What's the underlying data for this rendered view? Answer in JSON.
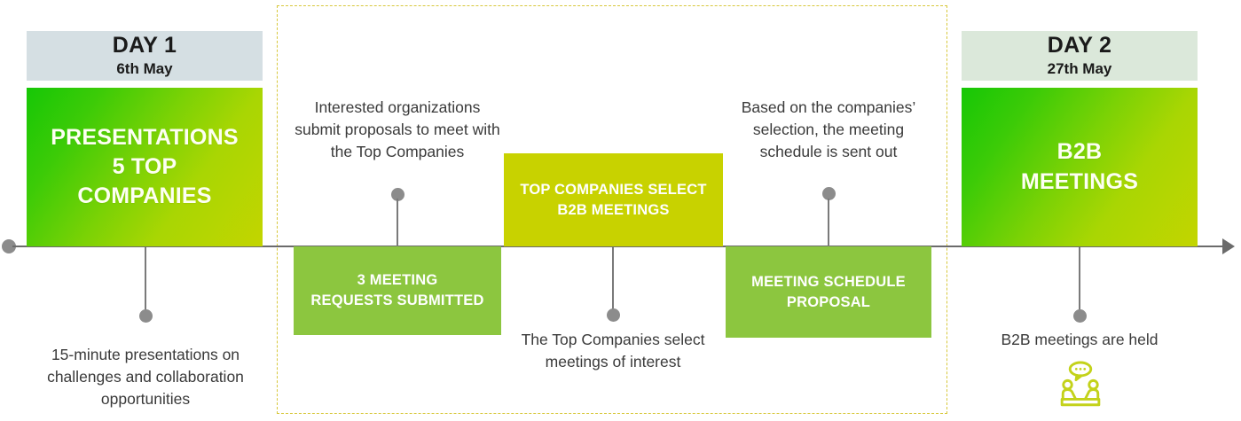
{
  "timeline": {
    "axis_start_marker": "timeline-start-dot",
    "axis_end_marker": "timeline-arrow"
  },
  "days": [
    {
      "id": "day1",
      "title": "DAY 1",
      "date": "6th May",
      "header_bg": "#d5dfe3",
      "card_label_line1": "PRESENTATIONS",
      "card_label_line2": "5 TOP",
      "card_label_line3": "COMPANIES",
      "caption": "15-minute presentations on challenges and collaboration opportunities"
    },
    {
      "id": "day2",
      "title": "DAY 2",
      "date": "27th May",
      "header_bg": "#dbe8da",
      "card_label_line1": "B2B",
      "card_label_line2": "MEETINGS",
      "caption": "B2B meetings are held"
    }
  ],
  "middle_steps": [
    {
      "id": "meeting-requests",
      "box_label_line1": "3 MEETING",
      "box_label_line2": "REQUESTS SUBMITTED",
      "box_color": "#8cc63f",
      "caption": "Interested organizations submit proposals to meet with the Top Companies",
      "caption_position": "above"
    },
    {
      "id": "top-companies-select",
      "box_label_line1": "TOP COMPANIES SELECT",
      "box_label_line2": "B2B MEETINGS",
      "box_color": "#c8d200",
      "caption": "The Top Companies select meetings of interest",
      "caption_position": "below"
    },
    {
      "id": "meeting-schedule",
      "box_label_line1": "MEETING SCHEDULE",
      "box_label_line2": "PROPOSAL",
      "box_color": "#8cc63f",
      "caption": "Based on the companies’ selection, the meeting schedule is sent out",
      "caption_position": "above"
    }
  ],
  "icons": {
    "meeting_icon_name": "meeting-people-icon",
    "meeting_icon_color": "#c3d21a"
  },
  "colors": {
    "accent_green": "#8cc63f",
    "accent_yellow": "#c8d200",
    "gradient_from": "#16c706",
    "gradient_to": "#c3d500",
    "axis_gray": "#6b6b6b",
    "dashed_border": "#d8c83c",
    "caption_text": "#3a3a3a"
  }
}
